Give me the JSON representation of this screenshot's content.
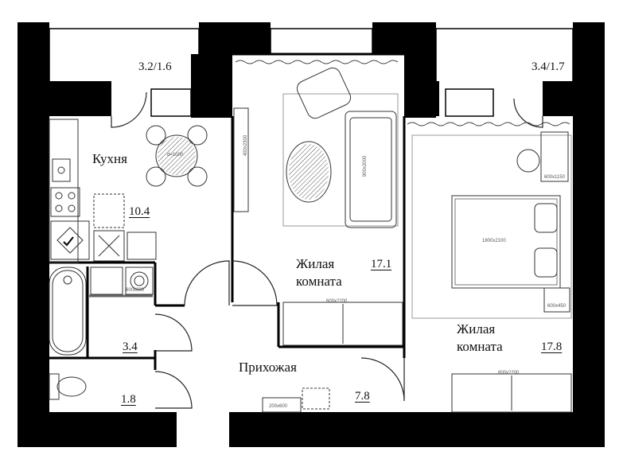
{
  "rooms": {
    "kitchen": {
      "name": "Кухня",
      "area": "10.4"
    },
    "living_room_1": {
      "name_line1": "Жилая",
      "name_line2": "комната",
      "area": "17.1"
    },
    "living_room_2": {
      "name_line1": "Жилая",
      "name_line2": "комната",
      "area": "17.8"
    },
    "hallway": {
      "name": "Прихожая",
      "area": "7.8"
    },
    "bathroom": {
      "area": "3.4"
    },
    "toilet": {
      "area": "1.8"
    }
  },
  "balconies": {
    "left": {
      "label": "3.2/1.6"
    },
    "right": {
      "label": "3.4/1.7"
    }
  },
  "furniture_labels": {
    "table": "d=1000",
    "wardrobe_living1": "400x2300",
    "sofa": "900x2000",
    "dresser_living1": "600x2200",
    "bed": "1800x2100",
    "cabinet_right": "600x1150",
    "cabinet_small": "600x450",
    "dresser_living2": "600x2200",
    "hall_shelf": "200x600",
    "washer": "600x600"
  },
  "colors": {
    "wall": "#000000",
    "line": "#333333",
    "floor": "#ffffff"
  }
}
